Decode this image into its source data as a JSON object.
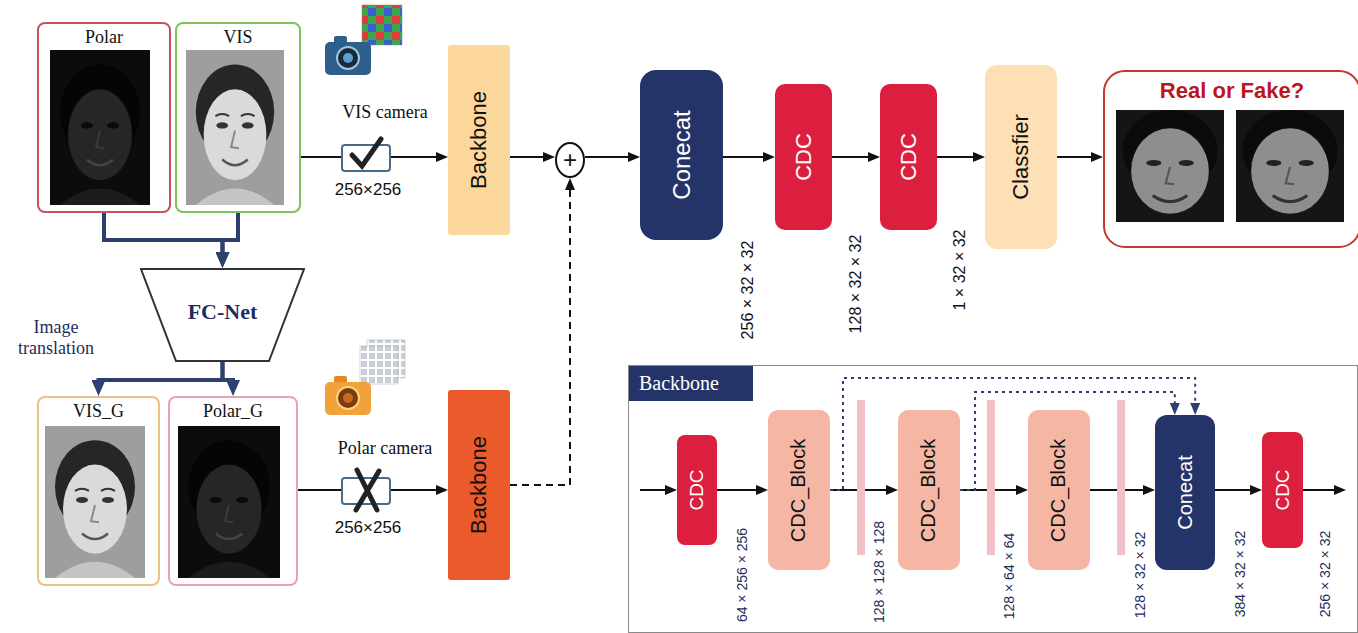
{
  "diagram": {
    "nodes": [
      {
        "text": [
          "Polar"
        ]
      },
      {
        "text": [
          "VIS"
        ]
      },
      {
        "text": [
          "FC-Net"
        ]
      },
      {
        "text": [
          "VIS_G"
        ]
      },
      {
        "text": [
          "Polar_G"
        ]
      },
      {
        "text": [
          "Backbone"
        ]
      },
      {
        "text": [
          "Backbone"
        ]
      },
      {
        "text": [
          "+"
        ]
      },
      {
        "text": [
          "Conecat"
        ]
      },
      {
        "text": [
          "CDC"
        ]
      },
      {
        "text": [
          "CDC"
        ]
      },
      {
        "text": [
          "Classfier"
        ]
      },
      {
        "text": [
          "Real or Fake?"
        ]
      },
      {
        "text": [
          "Backbone"
        ]
      },
      {
        "text": [
          "CDC"
        ],
        "in": 13
      },
      {
        "text": [
          "CDC_Block"
        ],
        "in": 13
      },
      {
        "text": [
          "CDC_Block"
        ],
        "in": 13
      },
      {
        "text": [
          "CDC_Block"
        ],
        "in": 13
      },
      {
        "text": [
          "Conecat"
        ],
        "in": 13
      },
      {
        "text": [
          "CDC"
        ],
        "in": 13
      }
    ],
    "edges": [
      {
        "from": 0,
        "to": 2,
        "arrow": "to"
      },
      {
        "from": 1,
        "to": 2,
        "arrow": "to"
      },
      {
        "from": 2,
        "to": 3,
        "arrow": "to"
      },
      {
        "from": 2,
        "to": 4,
        "arrow": "to"
      },
      {
        "from": 1,
        "to": 5,
        "arrow": "to"
      },
      {
        "from": 4,
        "to": 6,
        "arrow": "to"
      },
      {
        "from": 5,
        "to": 7,
        "arrow": "to"
      },
      {
        "from": 6,
        "to": 7,
        "arrow": "to"
      },
      {
        "from": 7,
        "to": 8,
        "arrow": "to"
      },
      {
        "from": 8,
        "to": 9,
        "arrow": "to"
      },
      {
        "from": 9,
        "to": 10,
        "arrow": "to"
      },
      {
        "from": 10,
        "to": 11,
        "arrow": "to"
      },
      {
        "from": 11,
        "to": 12,
        "arrow": "to"
      },
      {
        "from": 14,
        "to": 15,
        "arrow": "to"
      },
      {
        "from": 15,
        "to": 16,
        "arrow": "to"
      },
      {
        "from": 16,
        "to": 17,
        "arrow": "to"
      },
      {
        "from": 17,
        "to": 18,
        "arrow": "to"
      },
      {
        "from": 18,
        "to": 19,
        "arrow": "to"
      },
      {
        "from": 15,
        "to": 18,
        "arrow": "to"
      },
      {
        "from": 16,
        "to": 18,
        "arrow": "to"
      }
    ],
    "labels": [
      "VIS camera",
      "256×256",
      "Image translation",
      "Polar camera",
      "256×256",
      "256 × 32 × 32",
      "128 × 32 × 32",
      "1 × 32 × 32",
      "64 × 256 × 256",
      "128 × 128 × 128",
      "128 × 64 × 64",
      "128 × 32 × 32",
      "384 × 32 × 32",
      "256 × 32 × 32"
    ]
  }
}
